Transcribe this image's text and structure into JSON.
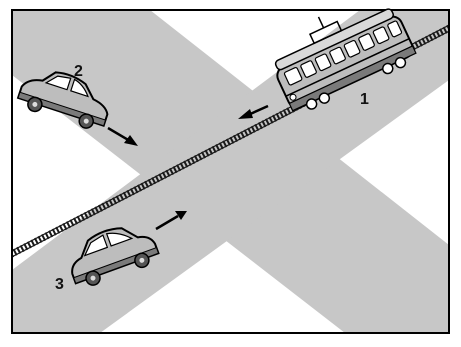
{
  "scene": {
    "colors": {
      "background": "#ffffff",
      "road": "#c7c7c7",
      "frame": "#000000",
      "rail": "#1a1a1a",
      "vehicle_body": "#bdbdbd",
      "vehicle_dark": "#7a7a7a",
      "arrow": "#000000"
    },
    "labels": {
      "tram": "1",
      "car_upper": "2",
      "car_lower": "3"
    }
  }
}
